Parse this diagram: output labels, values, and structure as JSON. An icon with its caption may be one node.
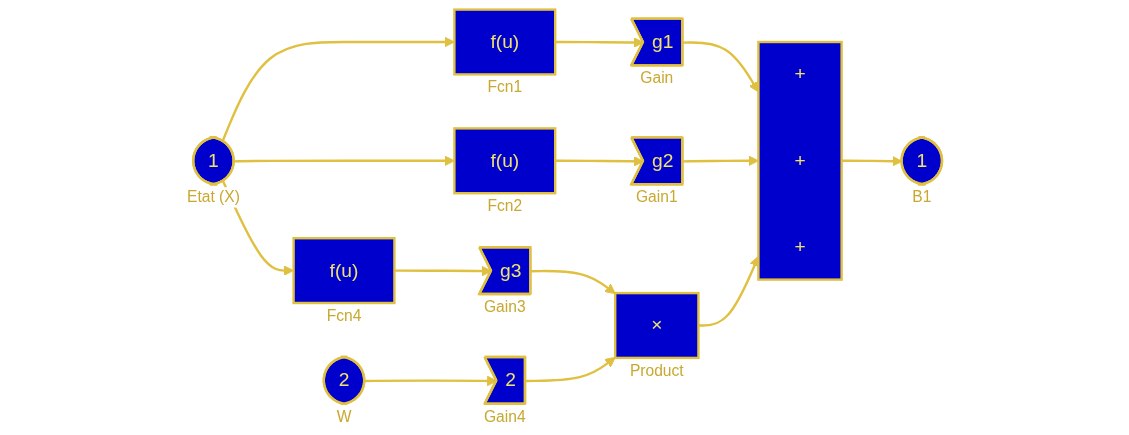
{
  "diagram": {
    "nodes": [
      {
        "text": [
          "1"
        ],
        "beside": [
          "Etat (X)"
        ]
      },
      {
        "text": [
          "f(u)"
        ],
        "beside": [
          "Fcn1"
        ]
      },
      {
        "text": [
          "f(u)"
        ],
        "beside": [
          "Fcn2"
        ]
      },
      {
        "text": [
          "f(u)"
        ],
        "beside": [
          "Fcn4"
        ]
      },
      {
        "text": [
          "g1"
        ],
        "beside": [
          "Gain"
        ]
      },
      {
        "text": [
          "g2"
        ],
        "beside": [
          "Gain1"
        ]
      },
      {
        "text": [
          "g3"
        ],
        "beside": [
          "Gain3"
        ]
      },
      {
        "text": [
          "2"
        ],
        "beside": [
          "W"
        ]
      },
      {
        "text": [
          "2"
        ],
        "beside": [
          "Gain4"
        ]
      },
      {
        "text": [
          "×"
        ],
        "beside": [
          "Product"
        ]
      },
      {
        "text": [
          "+",
          "+",
          "+"
        ]
      },
      {
        "text": [
          "1"
        ],
        "beside": [
          "B1"
        ]
      }
    ],
    "edges": [
      {
        "from": 0,
        "to": 1,
        "arrow": "to"
      },
      {
        "from": 0,
        "to": 2,
        "arrow": "to"
      },
      {
        "from": 0,
        "to": 3,
        "arrow": "to"
      },
      {
        "from": 1,
        "to": 4,
        "arrow": "to"
      },
      {
        "from": 2,
        "to": 5,
        "arrow": "to"
      },
      {
        "from": 3,
        "to": 6,
        "arrow": "to"
      },
      {
        "from": 4,
        "to": 10,
        "arrow": "to"
      },
      {
        "from": 5,
        "to": 10,
        "arrow": "to"
      },
      {
        "from": 6,
        "to": 9,
        "arrow": "to"
      },
      {
        "from": 7,
        "to": 8,
        "arrow": "to"
      },
      {
        "from": 8,
        "to": 9,
        "arrow": "to"
      },
      {
        "from": 9,
        "to": 10,
        "arrow": "to"
      },
      {
        "from": 10,
        "to": 11,
        "arrow": "to"
      }
    ]
  }
}
